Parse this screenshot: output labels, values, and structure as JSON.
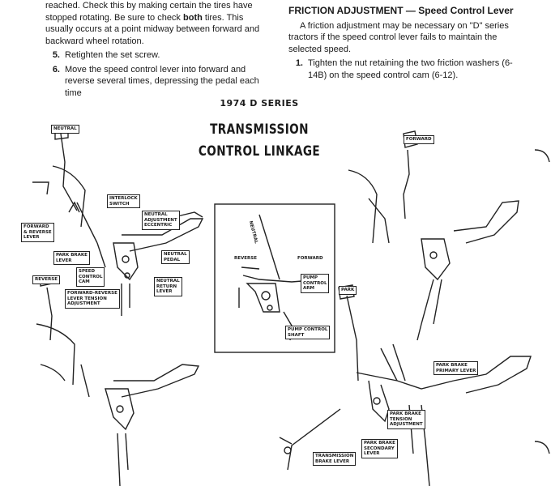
{
  "left_column": {
    "cut_line": "reached. Check this by making certain the tires have",
    "para1_a": "stopped rotating. Be sure to check ",
    "para1_b": "both",
    "para1_c": " tires. This usually occurs at a point midway between forward and backward wheel rotation.",
    "step5_num": "5.",
    "step5_text": "Retighten the set screw.",
    "step6_num": "6.",
    "step6_text": "Move the speed control lever into forward and reverse several times, depressing the pedal each time"
  },
  "right_column": {
    "heading": "FRICTION ADJUSTMENT — Speed Control Lever",
    "para": "A friction adjustment may be necessary on \"D\" series tractors if the speed control lever fails to maintain the selected speed.",
    "step1_num": "1.",
    "step1_text": "Tighten the nut retaining the two friction washers (6-14B) on the speed control cam (6-12)."
  },
  "diagram": {
    "series": "1974 D SERIES",
    "title_line1": "TRANSMISSION",
    "title_line2": "CONTROL LINKAGE",
    "callouts": {
      "neutral_top": "NEUTRAL",
      "interlock": "INTERLOCK\nSWITCH",
      "fwd_rev_lever": "FORWARD\n& REVERSE\nLEVER",
      "neutral_adj": "NEUTRAL\nADJUSTMENT\nECCENTRIC",
      "park_brake_lever": "PARK BRAKE\nLEVER",
      "neutral_pedal": "NEUTRAL\nPEDAL",
      "speed_cam": "SPEED\nCONTROL\nCAM",
      "neutral_return": "NEUTRAL\nRETURN\nLEVER",
      "tension_adj": "FORWARD-REVERSE\nLEVER TENSION\nADJUSTMENT",
      "reverse_knob": "REVERSE",
      "forward_knob": "FORWARD",
      "neutral_vert": "NEUTRAL",
      "reverse_arrow": "REVERSE",
      "forward_arrow": "FORWARD",
      "pump_arm": "PUMP\nCONTROL\nARM",
      "pump_shaft": "PUMP CONTROL\nSHAFT",
      "park_knob": "PARK",
      "primary": "PARK BRAKE\nPRIMARY LEVER",
      "tension": "PARK BRAKE\nTENSION\nADJUSTMENT",
      "secondary": "PARK BRAKE\nSECONDARY\nLEVER",
      "trans_brake": "TRANSMISSION\nBRAKE LEVER"
    }
  }
}
